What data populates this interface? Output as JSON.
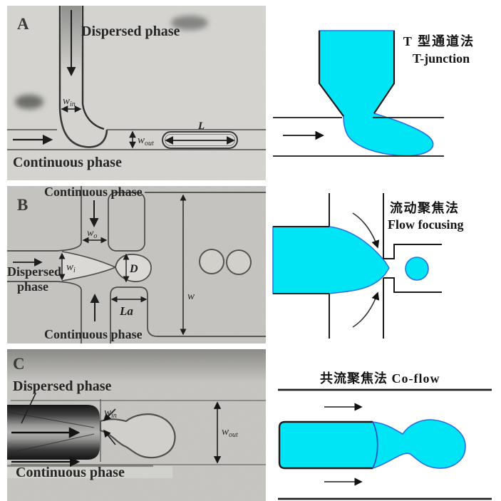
{
  "colors": {
    "droplet_fill": "#00e5f5",
    "droplet_outline": "#2f6fe0",
    "wall": "#1a1a1a"
  },
  "panels": [
    {
      "label": "A",
      "micro": {
        "dispersed": "Dispersed phase",
        "continuous": "Continuous phase",
        "w_in": {
          "base": "w",
          "sub": "in"
        },
        "w_out": {
          "base": "w",
          "sub": "out"
        },
        "plug_length": "L"
      },
      "schematic": {
        "title_zh": "T 型通道法",
        "title_en": "T-junction"
      }
    },
    {
      "label": "B",
      "micro": {
        "continuous_top": "Continuous phase",
        "continuous_bottom": "Continuous phase",
        "dispersed_line1": "Dispersed",
        "dispersed_line2": "phase",
        "w_o": {
          "base": "w",
          "sub": "o"
        },
        "w_i": {
          "base": "w",
          "sub": "i"
        },
        "diameter": "D",
        "orifice_length": "La",
        "channel_width": "w"
      },
      "schematic": {
        "title_zh": "流动聚焦法",
        "title_en": "Flow focusing"
      }
    },
    {
      "label": "C",
      "micro": {
        "dispersed": "Dispersed phase",
        "continuous": "Continuous phase",
        "w_in": {
          "base": "w",
          "sub": "in"
        },
        "w_out": {
          "base": "w",
          "sub": "out"
        }
      },
      "schematic": {
        "title": "共流聚焦法 Co-flow"
      }
    }
  ]
}
